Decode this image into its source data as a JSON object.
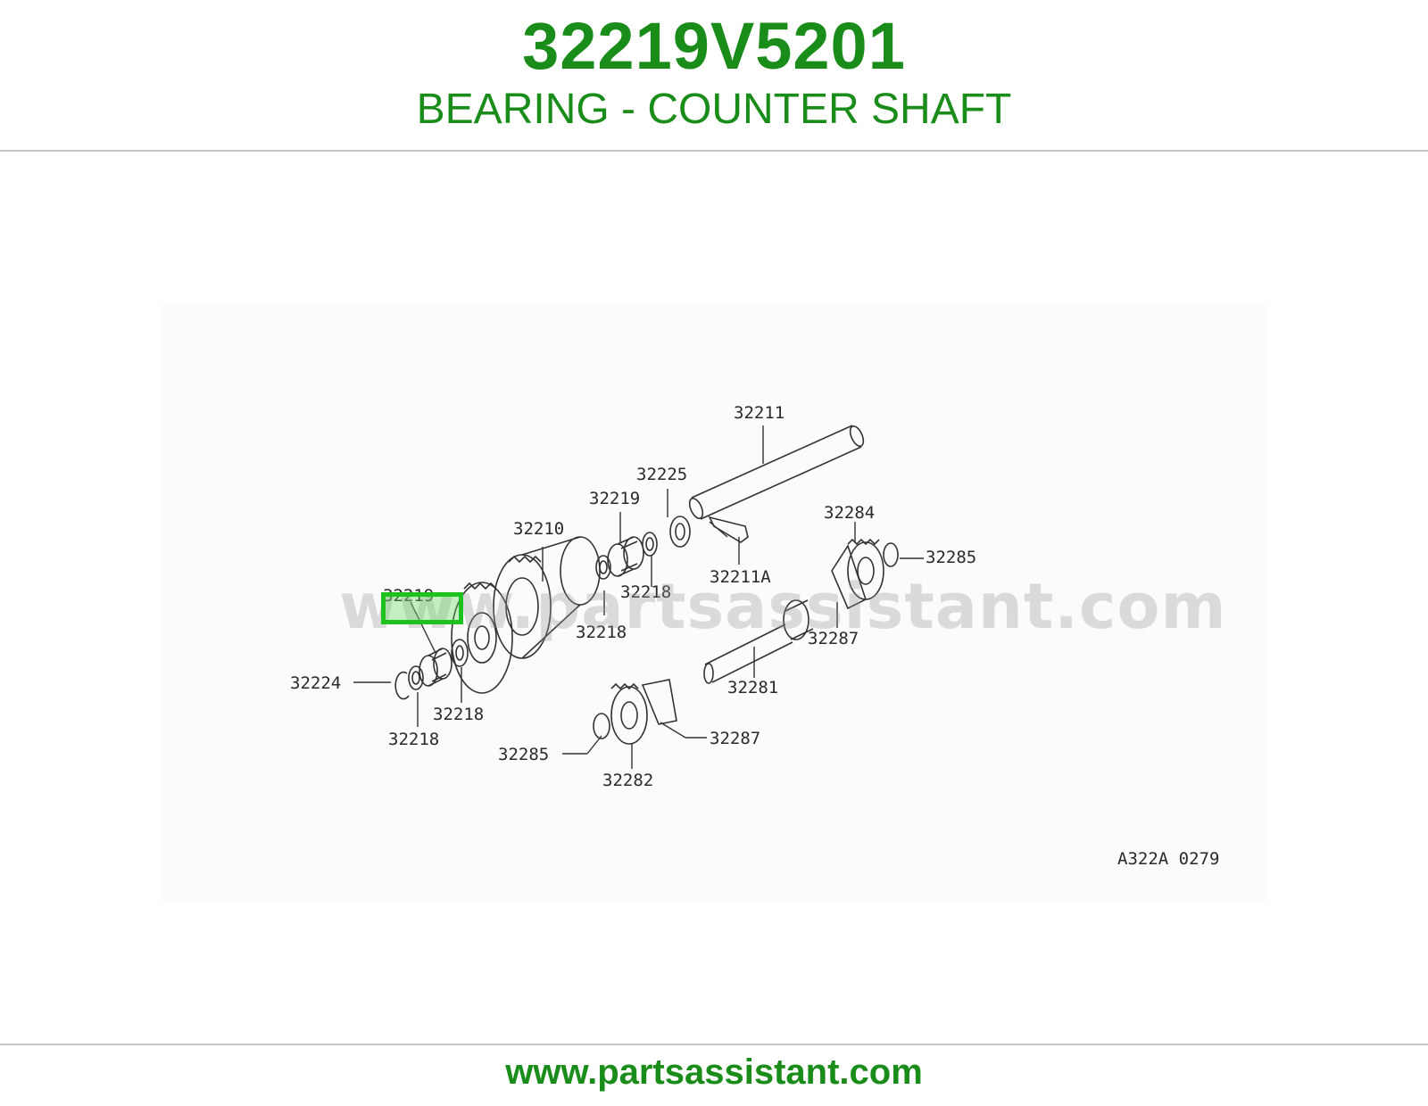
{
  "header": {
    "part_number": "32219V5201",
    "description": "BEARING - COUNTER SHAFT"
  },
  "diagram": {
    "callouts": {
      "c32211": "32211",
      "c32225": "32225",
      "c32219_top": "32219",
      "c32210": "32210",
      "c32218_mid": "32218",
      "c32211a": "32211A",
      "c32284": "32284",
      "c32285_right": "32285",
      "c32219_highlight": "32219",
      "c32218_left": "32218",
      "c32287_right": "32287",
      "c32224": "32224",
      "c32218_center": "32218",
      "c32281": "32281",
      "c32218_bottom": "32218",
      "c32287_bottom": "32287",
      "c32285_bottom": "32285",
      "c32282": "32282"
    },
    "figure_code": "A322A 0279",
    "highlighted_part": "32219"
  },
  "watermark": "www.partsassistant.com",
  "footer": {
    "url": "www.partsassistant.com"
  },
  "colors": {
    "brand_green": "#1a8c1a",
    "highlight_green": "#1ec21e",
    "rule_gray": "#c4c4c4"
  }
}
